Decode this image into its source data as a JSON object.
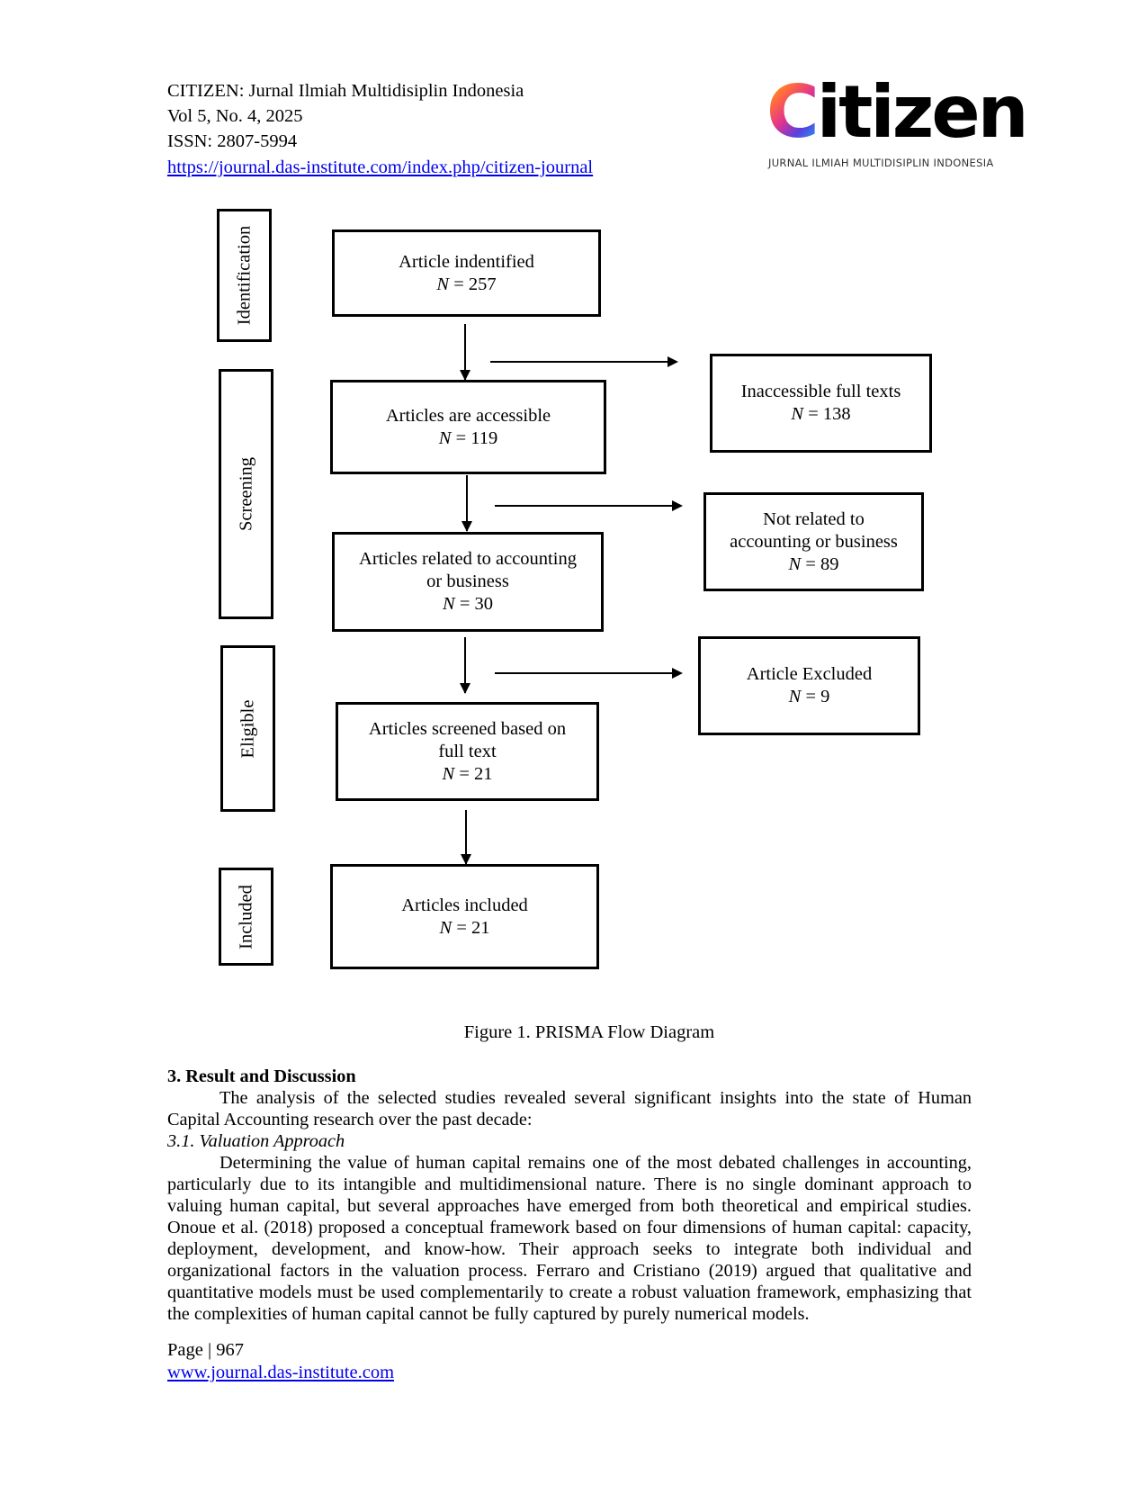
{
  "header": {
    "journal": "CITIZEN: Jurnal Ilmiah Multidisiplin Indonesia",
    "volume": "Vol 5, No. 4, 2025",
    "issn": "ISSN: 2807-5994",
    "url": "https://journal.das-institute.com/index.php/citizen-journal"
  },
  "logo": {
    "word": "Citizen",
    "first": "C",
    "rest": "itizen",
    "subtitle": "JURNAL ILMIAH MULTIDISIPLIN INDONESIA"
  },
  "diagram": {
    "stages": [
      "Identification",
      "Screening",
      "Eligible",
      "Included"
    ],
    "n_label": "N",
    "boxes": [
      {
        "title": "Article indentified",
        "n": "= 257"
      },
      {
        "title": "Articles are accessible",
        "n": "= 119"
      },
      {
        "title": "Articles related to accounting",
        "title2": "or business",
        "n": "= 30"
      },
      {
        "title": "Articles screened based on",
        "title2": "full text",
        "n": "= 21"
      },
      {
        "title": "Articles included",
        "n": "= 21"
      }
    ],
    "excluded": [
      {
        "title": "Inaccessible full texts",
        "n": "= 138"
      },
      {
        "title": "Not related to",
        "title2": "accounting or business",
        "n": "= 89"
      },
      {
        "title": "Article Excluded",
        "n": "= 9"
      }
    ],
    "caption": "Figure 1. PRISMA Flow Diagram"
  },
  "section": {
    "heading": "3.  Result and Discussion",
    "intro": "The analysis of the selected studies revealed several significant insights into the state of Human Capital Accounting research over the past decade:",
    "subheading": "3.1.  Valuation Approach",
    "paragraph": "Determining the value of human capital remains one of the most debated challenges in accounting, particularly due to its intangible and multidimensional nature. There is no single dominant approach to valuing human capital, but several approaches have emerged from both theoretical and empirical studies. Onoue et al. (2018) proposed a conceptual framework based on four dimensions of human capital: capacity, deployment, development, and know-how. Their approach seeks to integrate both individual and organizational factors in the valuation process. Ferraro and Cristiano (2019) argued that qualitative and quantitative models must be used complementarily to create a robust valuation framework, emphasizing that the complexities of human capital cannot be fully captured by purely numerical models."
  },
  "footer": {
    "page": "Page | 967",
    "url": "www.journal.das-institute.com"
  }
}
